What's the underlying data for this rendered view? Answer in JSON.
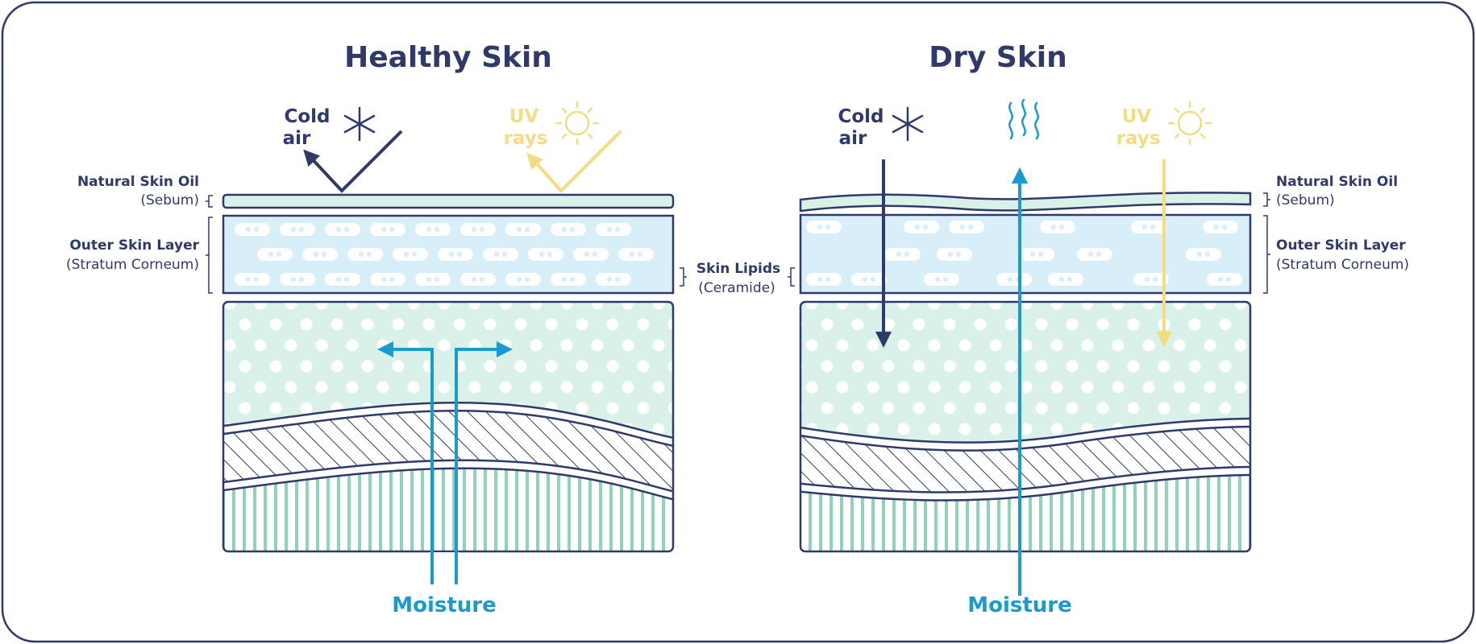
{
  "healthy": {
    "title": "Healthy Skin",
    "cold_air": [
      "Cold",
      "air"
    ],
    "uv_rays": [
      "UV",
      "rays"
    ],
    "moisture": "Moisture",
    "labels": {
      "oil": "Natural Skin Oil",
      "oil_sub": "(Sebum)",
      "outer": "Outer Skin Layer",
      "outer_sub": "(Stratum Corneum)",
      "lipids": "Skin Lipids",
      "lipids_sub": "(Ceramide)"
    }
  },
  "dry": {
    "title": "Dry Skin",
    "cold_air": [
      "Cold",
      "air"
    ],
    "uv_rays": [
      "UV",
      "rays"
    ],
    "moisture": "Moisture",
    "labels": {
      "oil": "Natural Skin Oil",
      "oil_sub": "(Sebum)",
      "outer": "Outer Skin Layer",
      "outer_sub": "(Stratum Corneum)"
    }
  },
  "colors": {
    "navy": "#2f3a6b",
    "mint": "#d9f1e9",
    "light_blue": "#d8eef9",
    "moisture_blue": "#1a9ad0",
    "uv_yellow": "#f5dc83",
    "stripe_green": "#8fd3b9"
  }
}
